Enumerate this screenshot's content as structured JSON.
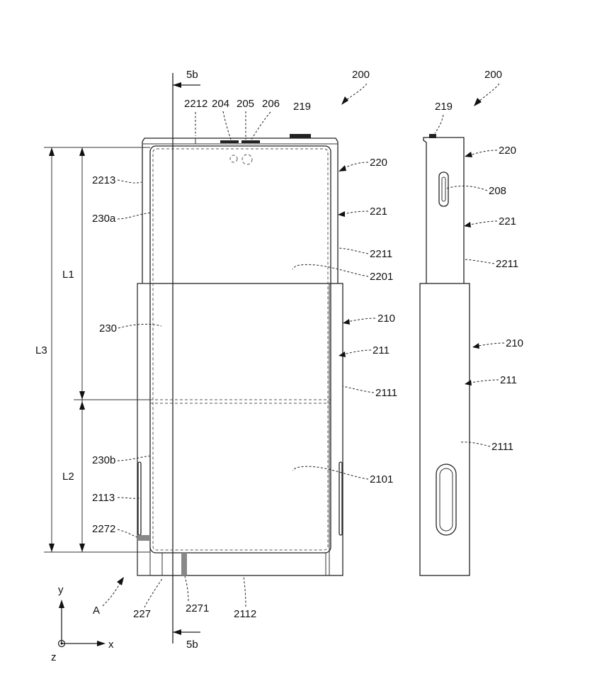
{
  "figure": {
    "title": "Patent drawing: slidable electronic device, front view and side view (extended state)",
    "section_label": "5b",
    "front_view": {
      "ref": "200",
      "labels": {
        "l2212": "2212",
        "l204": "204",
        "l205": "205",
        "l206": "206",
        "l219": "219",
        "l220": "220",
        "l2213": "2213",
        "l221": "221",
        "l230a": "230a",
        "l2211": "2211",
        "l2201": "2201",
        "l210": "210",
        "l230": "230",
        "l211": "211",
        "l2111": "2111",
        "l230b": "230b",
        "l2101": "2101",
        "l2113": "2113",
        "l2272": "2272",
        "l227": "227",
        "l2271": "2271",
        "l2112": "2112",
        "lA": "A"
      },
      "dimensions": {
        "L1": "L1",
        "L2": "L2",
        "L3": "L3"
      }
    },
    "side_view": {
      "ref": "200",
      "labels": {
        "l219": "219",
        "l220": "220",
        "l208": "208",
        "l221": "221",
        "l2211": "2211",
        "l210": "210",
        "l211": "211",
        "l2111": "2111"
      }
    },
    "axes": {
      "y": "y",
      "x": "x",
      "z": "z"
    }
  }
}
